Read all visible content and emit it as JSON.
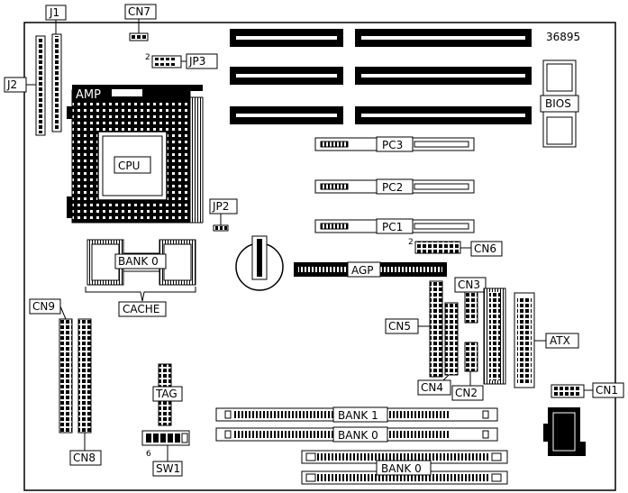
{
  "board_id": "36895",
  "labels": {
    "j1": "J1",
    "j2": "J2",
    "cn7": "CN7",
    "jp3": "JP3",
    "jp3_pin": "2",
    "amp": "AMP",
    "cpu": "CPU",
    "bios": "BIOS",
    "pc3": "PC3",
    "pc2": "PC2",
    "pc1": "PC1",
    "jp2": "JP2",
    "cn6": "CN6",
    "cn6_pin": "2",
    "bank0_cache": "BANK 0",
    "cache": "CACHE",
    "agp": "AGP",
    "cn3": "CN3",
    "cn5": "CN5",
    "atx": "ATX",
    "cn4": "CN4",
    "cn2": "CN2",
    "cn9": "CN9",
    "cn8": "CN8",
    "tag": "TAG",
    "sw1": "SW1",
    "sw1_pin": "6",
    "cn1": "CN1",
    "bank1_dimm": "BANK 1",
    "bank0_dimm": "BANK 0",
    "bank0_simm": "BANK 0"
  },
  "colors": {
    "ink": "#000000",
    "paper": "#ffffff"
  }
}
